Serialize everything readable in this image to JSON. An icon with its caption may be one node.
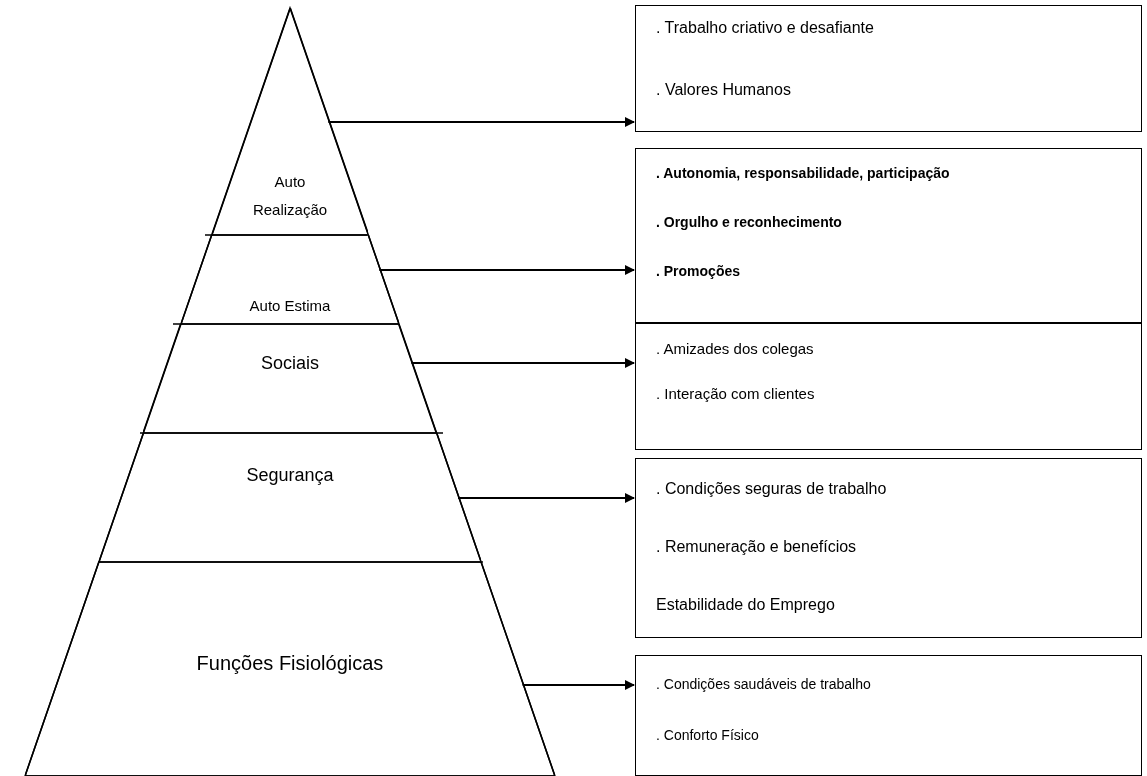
{
  "diagram": {
    "nodes": [
      {
        "text": [],
        "shape": "triangle"
      },
      {
        "text": [
          "Auto Realização"
        ],
        "in": 0
      },
      {
        "text": [
          ". Trabalho  criativo e desafiante",
          ".  Valores Humanos"
        ]
      },
      {
        "text": [
          "Auto Estima"
        ],
        "in": 0
      },
      {
        "text": [
          ". Autonomia, responsabilidade, participação",
          ". Orgulho e reconhecimento",
          ". Promoções"
        ]
      },
      {
        "text": [
          "Sociais"
        ],
        "in": 0
      },
      {
        "text": [
          ". Amizades dos colegas",
          ". Interação com clientes"
        ]
      },
      {
        "text": [
          "Segurança"
        ],
        "in": 0
      },
      {
        "text": [
          ". Condições seguras de trabalho",
          ". Remuneração e benefícios",
          "Estabilidade do Emprego"
        ]
      },
      {
        "text": [
          "Funções Fisiológicas"
        ],
        "in": 0
      },
      {
        "text": [
          ". Condições saudáveis de trabalho",
          ".  Conforto Físico"
        ]
      }
    ],
    "edges": [
      {
        "from": 1,
        "to": 2,
        "arrow": "to"
      },
      {
        "from": 3,
        "to": 4,
        "arrow": "to"
      },
      {
        "from": 5,
        "to": 6,
        "arrow": "to"
      },
      {
        "from": 7,
        "to": 8,
        "arrow": "to"
      },
      {
        "from": 9,
        "to": 10,
        "arrow": "to"
      }
    ]
  }
}
